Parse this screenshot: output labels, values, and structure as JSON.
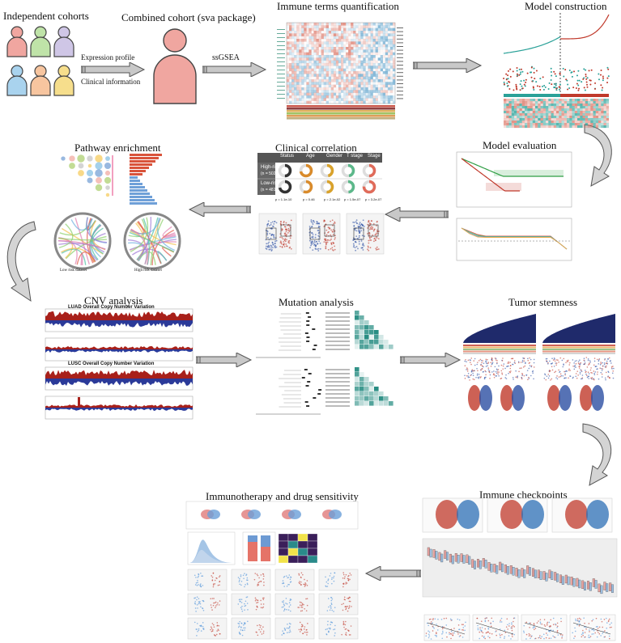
{
  "titles": {
    "independent_cohorts": "Independent cohorts",
    "combined_cohort": "Combined cohort (sva package)",
    "immune_terms": "Immune terms quantification",
    "model_construction": "Model construction",
    "pathway_enrichment": "Pathway enrichment",
    "clinical_correlation": "Clinical correlation",
    "model_evaluation": "Model evaluation",
    "cnv_analysis": "CNV analysis",
    "mutation_analysis": "Mutation analysis",
    "tumor_stemness": "Tumor stemness",
    "immunotherapy": "Immunotherapy and drug sensitivity",
    "immune_checkpoints": "Immune checkpoints"
  },
  "labels": {
    "expression_profile": "Expression profile",
    "clinical_information": "Clinical information",
    "ssgsea": "ssGSEA",
    "luad_cnv": "LUAD Overall Copy Number Variation",
    "lusc_cnv": "LUSC Overall Copy Number Variation",
    "low_risk_dataset": "Low risk dataset",
    "high_risk_dataset": "High risk dataset"
  },
  "clinical_table": {
    "header": [
      "Status",
      "Age",
      "Gender",
      "T stage",
      "Stage"
    ],
    "rows": [
      {
        "label": "High-risk",
        "n": "(n = 502)"
      },
      {
        "label": "Low-risk",
        "n": "(n = 481)"
      }
    ],
    "pvalues": [
      "p = 1.1e-10",
      "p = 0.46",
      "p = 2.1e-02",
      "p = 1.5e-07",
      "p = 3.2e-07"
    ]
  },
  "colors": {
    "arrow_fill": "#c8c8c8",
    "arrow_stroke": "#555555",
    "red": "#c0392b",
    "blue": "#2c4fa3",
    "teal": "#2aa198",
    "person_pink": "#f0a6a0",
    "person_green": "#bfe3a8",
    "person_purple": "#cfc6e6",
    "person_blue": "#a9d3ee",
    "person_orange": "#f7c59f",
    "person_yellow": "#f6de8c"
  }
}
